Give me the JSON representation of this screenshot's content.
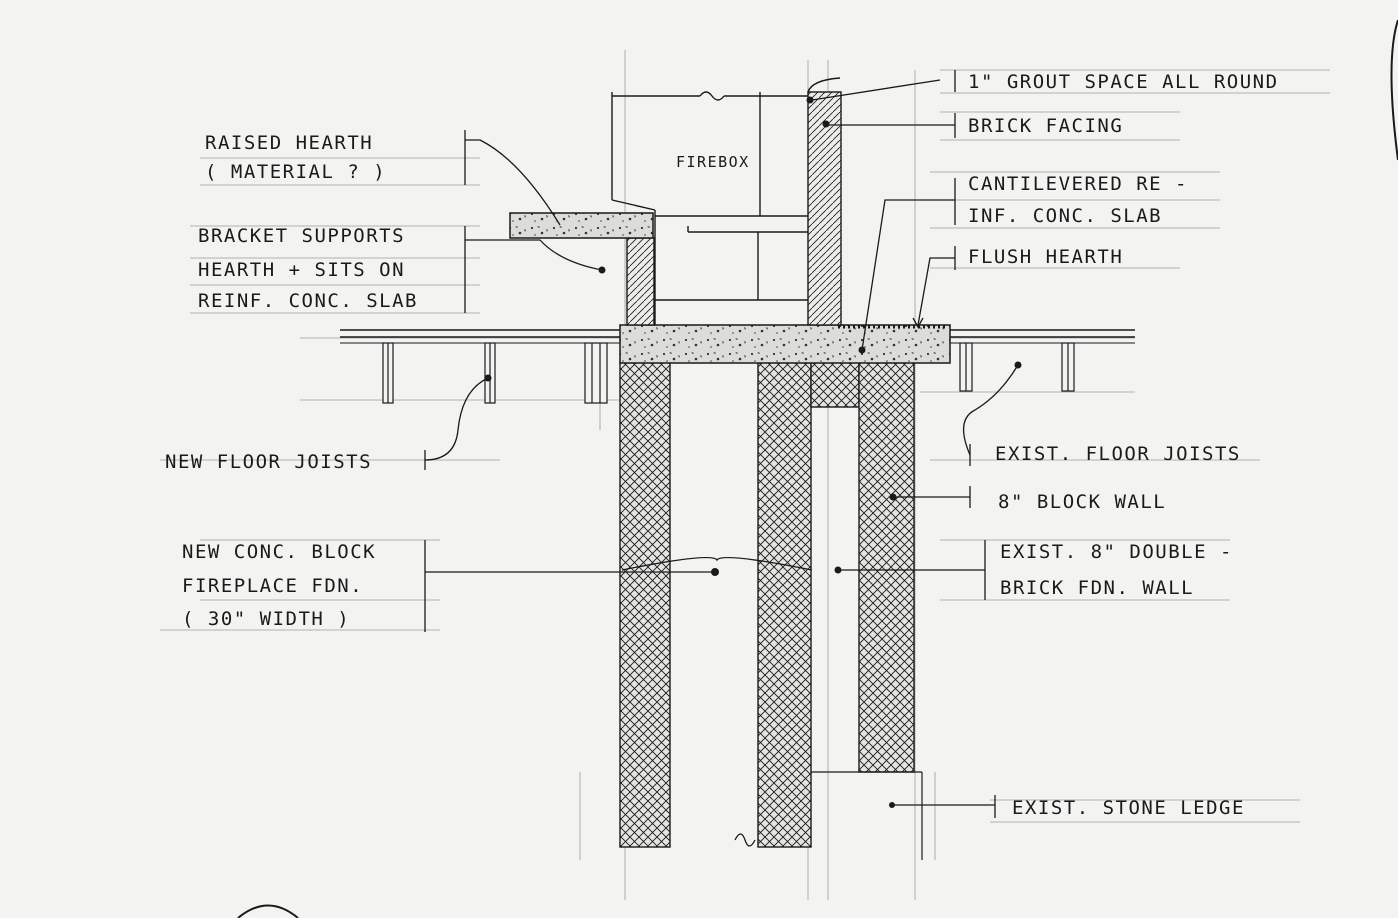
{
  "labels": {
    "grout": "1\" GROUT SPACE ALL ROUND",
    "brick_facing": "BRICK FACING",
    "firebox": "FIREBOX",
    "cantilevered_1": "CANTILEVERED RE -",
    "cantilevered_2": "INF. CONC. SLAB",
    "flush_hearth": "FLUSH HEARTH",
    "raised_hearth_1": "RAISED HEARTH",
    "raised_hearth_2": "( MATERIAL ? )",
    "bracket_1": "BRACKET SUPPORTS",
    "bracket_2": "HEARTH + SITS ON",
    "bracket_3": "REINF. CONC. SLAB",
    "new_joists": "NEW FLOOR JOISTS",
    "exist_joists": "EXIST. FLOOR JOISTS",
    "block_wall": "8\" BLOCK WALL",
    "new_fdn_1": "NEW CONC. BLOCK",
    "new_fdn_2": "FIREPLACE FDN.",
    "new_fdn_3": "( 30\" WIDTH )",
    "exist_fdn_1": "EXIST. 8\" DOUBLE -",
    "exist_fdn_2": "BRICK FDN. WALL",
    "stone_ledge": "EXIST. STONE LEDGE"
  },
  "colors": {
    "ink": "#1a1a1a",
    "paper": "#f3f3f1",
    "guide": "#9a9a9a",
    "concrete": "#dcdcd8"
  }
}
